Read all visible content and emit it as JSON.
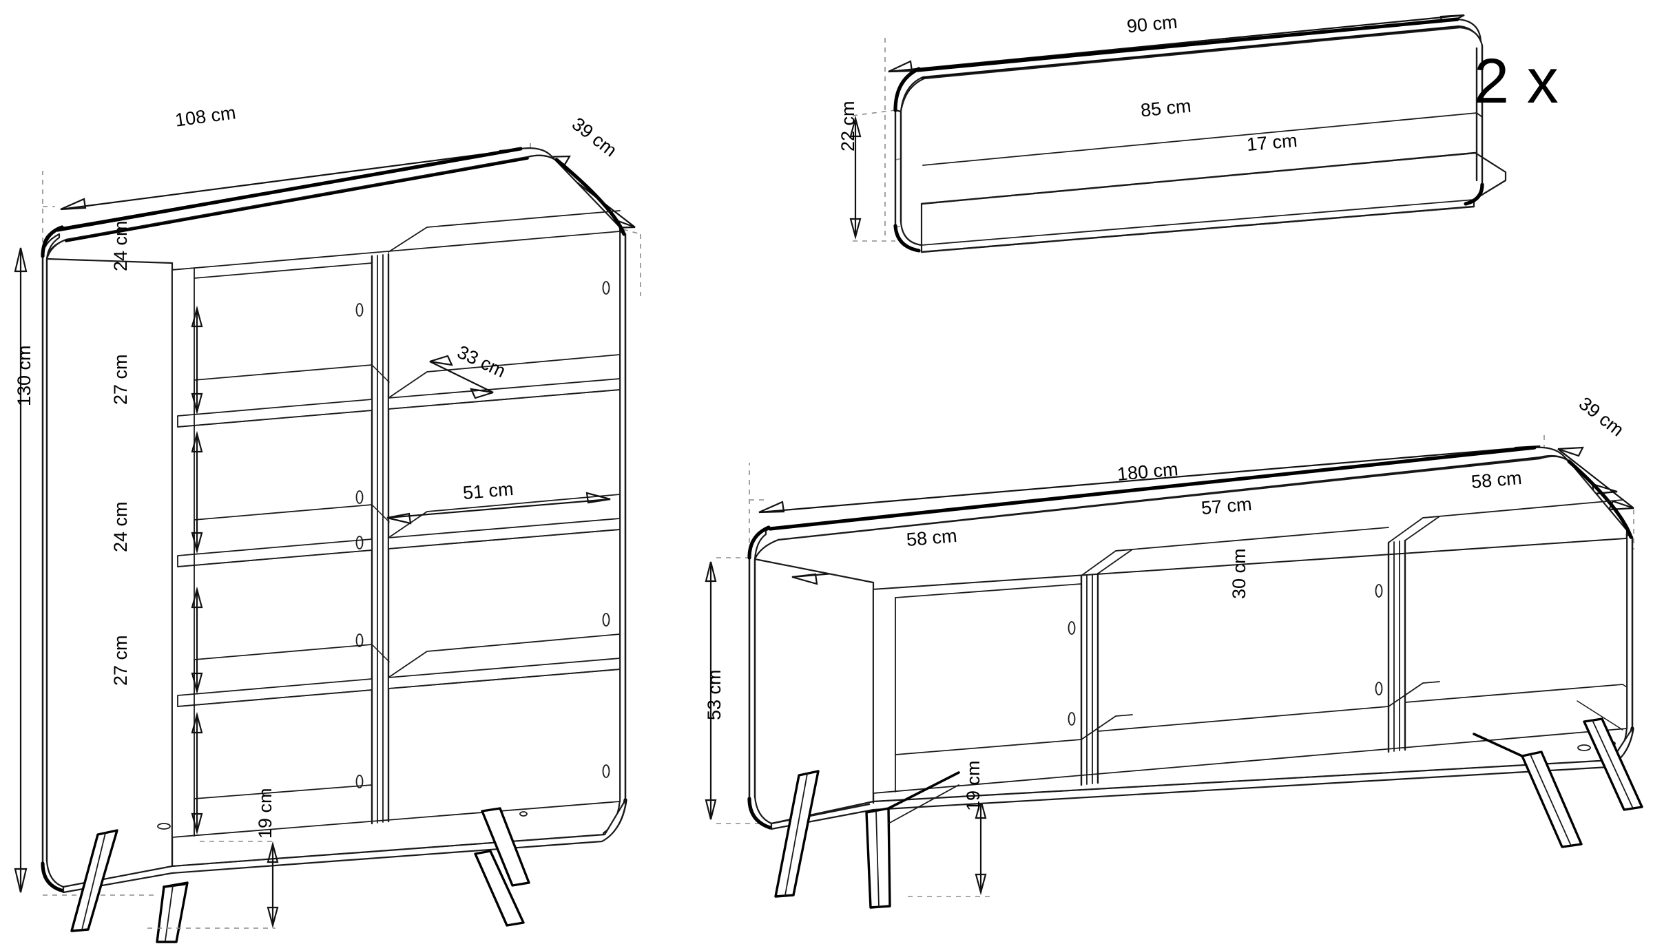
{
  "document": {
    "type": "furniture-technical-dimension-drawing",
    "units": "cm",
    "background_color": "#ffffff",
    "line_color": "#1a1a1a"
  },
  "items": [
    {
      "id": "highboard-cabinet",
      "name": "Highboard / Bookcase cabinet",
      "position": "left",
      "dimensions": {
        "width": "108 cm",
        "depth": "39 cm",
        "height": "130 cm",
        "leg_height": "19 cm",
        "shelf_depth": "33 cm",
        "compartment_width": "51 cm",
        "shelf_gaps": [
          "24 cm",
          "27 cm",
          "24 cm",
          "27 cm"
        ]
      }
    },
    {
      "id": "wall-shelf",
      "name": "Wall shelf",
      "position": "top-right",
      "quantity_label": "2 x",
      "dimensions": {
        "width": "90 cm",
        "inner_width": "85 cm",
        "height": "22 cm",
        "depth": "17 cm"
      }
    },
    {
      "id": "tv-stand",
      "name": "TV stand / lowboard",
      "position": "bottom-right",
      "dimensions": {
        "width": "180 cm",
        "depth": "39 cm",
        "height": "53 cm",
        "leg_height": "19 cm",
        "compartment_height": "30 cm",
        "compartment_widths": [
          "58 cm",
          "57 cm",
          "58 cm"
        ]
      }
    }
  ],
  "labels": {
    "cabinet_width": "108 cm",
    "cabinet_depth": "39 cm",
    "cabinet_height": "130 cm",
    "cabinet_leg": "19 cm",
    "cabinet_shelf_depth": "33 cm",
    "cabinet_comp_width": "51 cm",
    "cabinet_gap_1": "24 cm",
    "cabinet_gap_2": "27 cm",
    "cabinet_gap_3": "24 cm",
    "cabinet_gap_4": "27 cm",
    "shelf_width": "90 cm",
    "shelf_inner_width": "85 cm",
    "shelf_height": "22 cm",
    "shelf_depth": "17 cm",
    "shelf_quantity": "2 x",
    "tv_width": "180 cm",
    "tv_depth": "39 cm",
    "tv_height": "53 cm",
    "tv_leg": "19 cm",
    "tv_comp_height": "30 cm",
    "tv_comp_left": "58 cm",
    "tv_comp_mid": "57 cm",
    "tv_comp_right": "58 cm"
  }
}
